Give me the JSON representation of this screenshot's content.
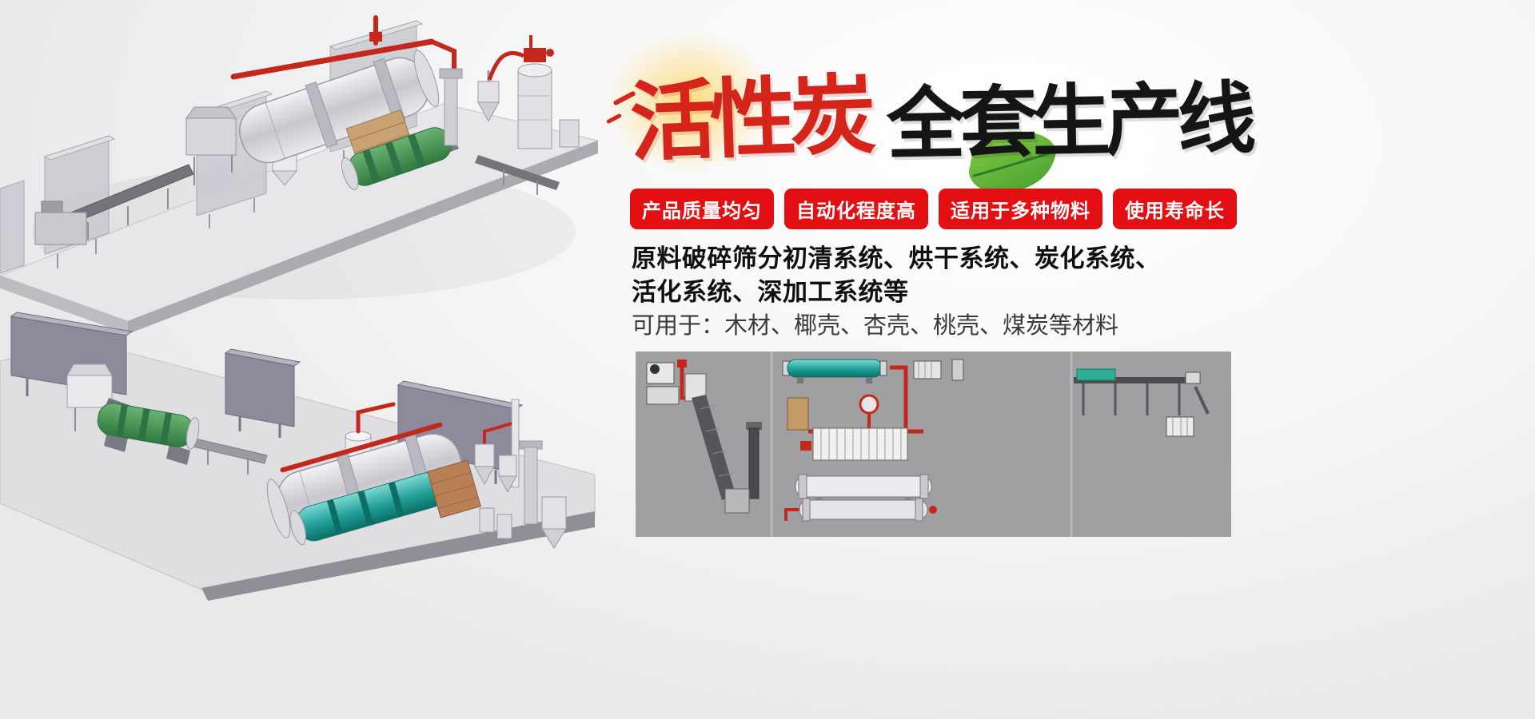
{
  "title": {
    "red": "活性炭",
    "black": "全套生产线"
  },
  "badges": [
    "产品质量均匀",
    "自动化程度高",
    "适用于多种物料",
    "使用寿命长"
  ],
  "description": {
    "line1": "原料破碎筛分初清系统、烘干系统、炭化系统、",
    "line2": "活化系统、深加工系统等",
    "materials": "可用于：木材、椰壳、杏壳、桃壳、煤炭等材料"
  },
  "colors": {
    "accent_red": "#e30f13",
    "title_red": "#d5251b",
    "title_black": "#151515",
    "leaf_green": "#5fae33",
    "machinery_teal": "#1f9f98",
    "machinery_green": "#3e8a52",
    "pipe_red": "#c4281c"
  },
  "icons": {
    "leaf": "leaf-icon",
    "speed_lines": "brush-flick-lines"
  }
}
